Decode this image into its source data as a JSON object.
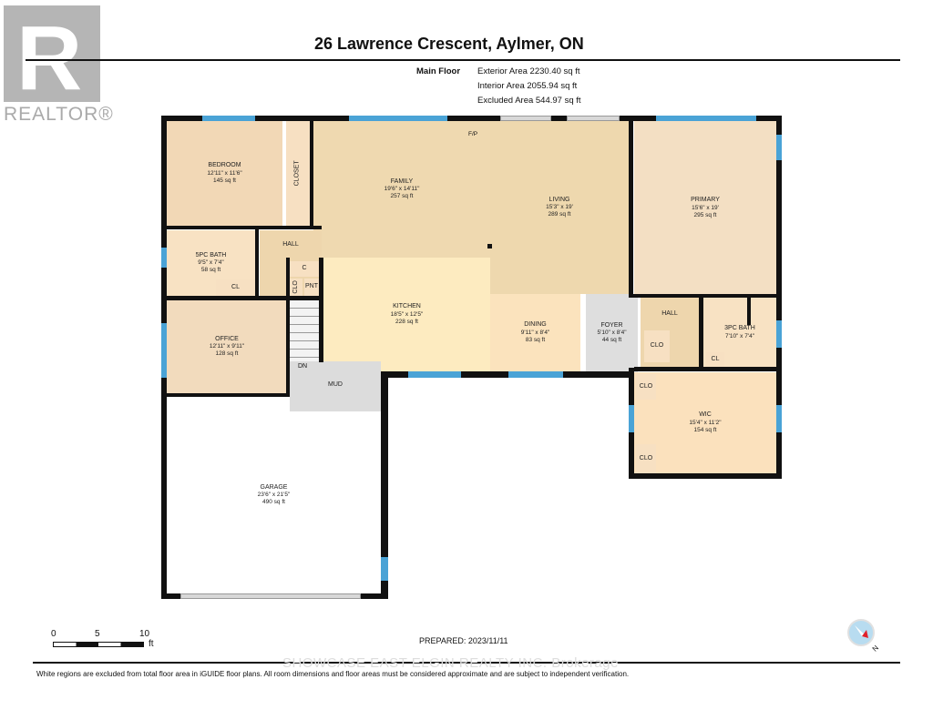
{
  "logo": {
    "letter": "R",
    "text": "REALTOR®"
  },
  "header": {
    "title": "26 Lawrence Crescent, Aylmer, ON",
    "floor": "Main Floor",
    "areas": [
      "Exterior Area 2230.40 sq ft",
      "Interior Area 2055.94 sq ft",
      "Excluded Area 544.97 sq ft"
    ]
  },
  "rooms": [
    {
      "id": "bedroom",
      "name": "BEDROOM",
      "dims": "12'11\" x 11'6\"",
      "area": "145 sq ft"
    },
    {
      "id": "closet",
      "name": "CLOSET"
    },
    {
      "id": "family",
      "name": "FAMILY",
      "dims": "19'6\" x 14'11\"",
      "area": "257 sq ft"
    },
    {
      "id": "living",
      "name": "LIVING",
      "dims": "15'3\" x 19'",
      "area": "289 sq ft"
    },
    {
      "id": "primary",
      "name": "PRIMARY",
      "dims": "15'6\" x 19'",
      "area": "295 sq ft"
    },
    {
      "id": "bath5",
      "name": "5PC BATH",
      "dims": "9'5\" x 7'4\"",
      "area": "58 sq ft"
    },
    {
      "id": "cl1",
      "name": "CL"
    },
    {
      "id": "hall1",
      "name": "HALL"
    },
    {
      "id": "c",
      "name": "C"
    },
    {
      "id": "clo1",
      "name": "CLO"
    },
    {
      "id": "pnt",
      "name": "PNT"
    },
    {
      "id": "office",
      "name": "OFFICE",
      "dims": "12'11\" x 9'11\"",
      "area": "128 sq ft"
    },
    {
      "id": "kitchen",
      "name": "KITCHEN",
      "dims": "18'5\" x 12'5\"",
      "area": "228 sq ft"
    },
    {
      "id": "dining",
      "name": "DINING",
      "dims": "9'11\" x 8'4\"",
      "area": "83 sq ft"
    },
    {
      "id": "foyer",
      "name": "FOYER",
      "dims": "5'10\" x 8'4\"",
      "area": "44 sq ft"
    },
    {
      "id": "hall2",
      "name": "HALL"
    },
    {
      "id": "clo2",
      "name": "CLO"
    },
    {
      "id": "bath3",
      "name": "3PC BATH",
      "dims": "7'10\" x 7'4\""
    },
    {
      "id": "cl2",
      "name": "CL"
    },
    {
      "id": "wic",
      "name": "WIC",
      "dims": "15'4\" x 11'2\"",
      "area": "154 sq ft"
    },
    {
      "id": "clo3",
      "name": "CLO"
    },
    {
      "id": "clo4",
      "name": "CLO"
    },
    {
      "id": "garage",
      "name": "GARAGE",
      "dims": "23'6\" x 21'5\"",
      "area": "490 sq ft"
    },
    {
      "id": "mud",
      "name": "MUD"
    }
  ],
  "labels": {
    "dn": "DN",
    "fp": "F/P"
  },
  "scale": {
    "ticks": [
      "0",
      "5",
      "10"
    ],
    "unit": "ft"
  },
  "prepared": "PREPARED: 2023/11/11",
  "compass": "N",
  "watermark": "SHOWCASE EAST ELGIN REALTY INC. Brokerage",
  "disclaimer": "White regions are excluded from total floor area in iGUIDE floor plans. All room dimensions and floor areas must be considered approximate and are subject to independent verification."
}
